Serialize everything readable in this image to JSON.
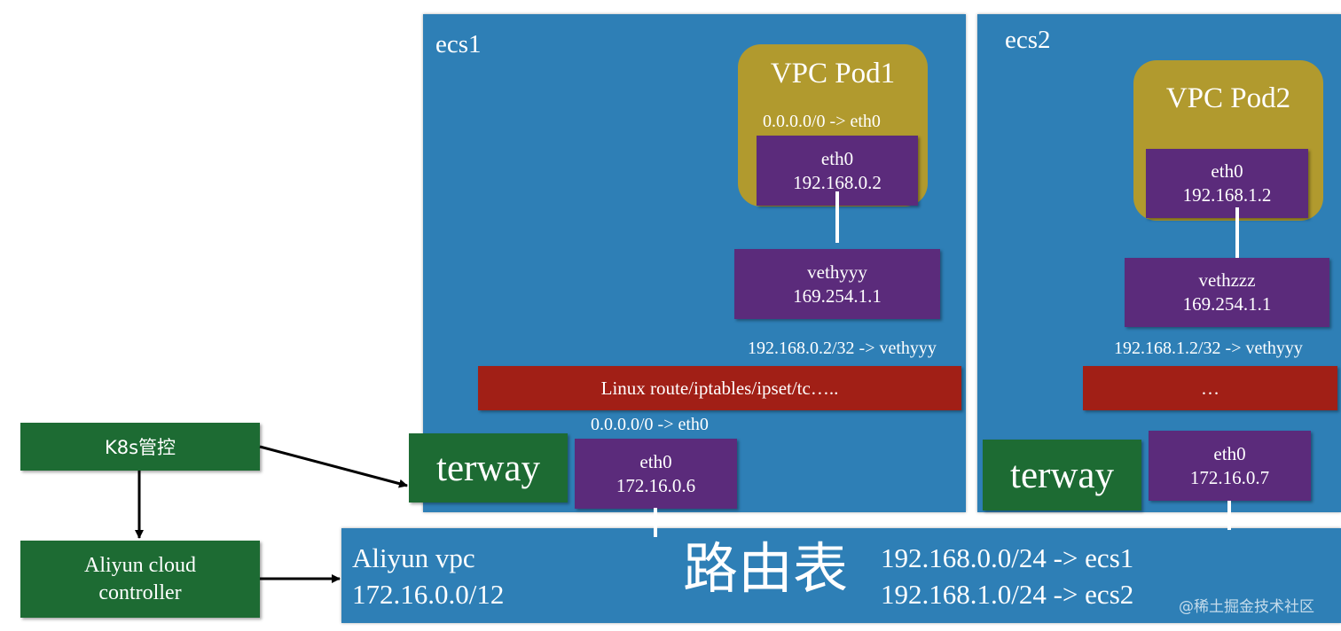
{
  "ecs1": {
    "label": "ecs1",
    "pod": {
      "title": "VPC Pod1",
      "route": "0.0.0.0/0 -> eth0",
      "iface": "eth0",
      "ip": "192.168.0.2"
    },
    "veth": {
      "name": "vethyyy",
      "ip": "169.254.1.1"
    },
    "host_route": "192.168.0.2/32 -> vethyyy",
    "stack": "Linux route/iptables/ipset/tc…..",
    "default_route": "0.0.0.0/0 -> eth0",
    "terway": "terway",
    "eth0": {
      "iface": "eth0",
      "ip": "172.16.0.6"
    }
  },
  "ecs2": {
    "label": "ecs2",
    "pod": {
      "title": "VPC Pod2",
      "iface": "eth0",
      "ip": "192.168.1.2"
    },
    "veth": {
      "name": "vethzzz",
      "ip": "169.254.1.1"
    },
    "host_route": "192.168.1.2/32 -> vethyyy",
    "stack": "…",
    "terway": "terway",
    "eth0": {
      "iface": "eth0",
      "ip": "172.16.0.7"
    }
  },
  "k8s": {
    "label": "K8s管控"
  },
  "controller": {
    "line1": "Aliyun cloud",
    "line2": "controller"
  },
  "vpc": {
    "name": "Aliyun vpc",
    "cidr": "172.16.0.0/12",
    "table_title": "路由表",
    "routes": [
      "192.168.0.0/24 -> ecs1",
      "192.168.1.0/24 -> ecs2"
    ]
  },
  "watermark": "@稀土掘金技术社区",
  "colors": {
    "ecs_blue": "#2e7fb6",
    "pod_gold": "#b19a2e",
    "nic_purple": "#5b2b7b",
    "stack_red": "#a11f16",
    "control_green": "#1d6b33"
  }
}
